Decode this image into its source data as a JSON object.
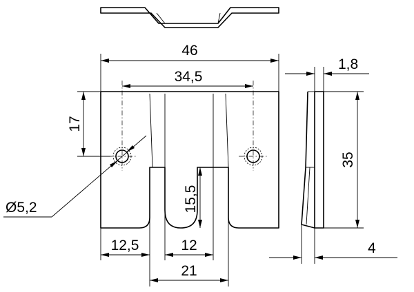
{
  "dimensions": {
    "overall_width": "46",
    "hole_spacing": "34,5",
    "thickness": "1,8",
    "hole_height": "17",
    "overall_height": "35",
    "slot_depth": "15,5",
    "hole_diameter": "Ø5,2",
    "side_width": "12,5",
    "slot_width": "12",
    "bend_width": "21",
    "side_offset": "4"
  }
}
